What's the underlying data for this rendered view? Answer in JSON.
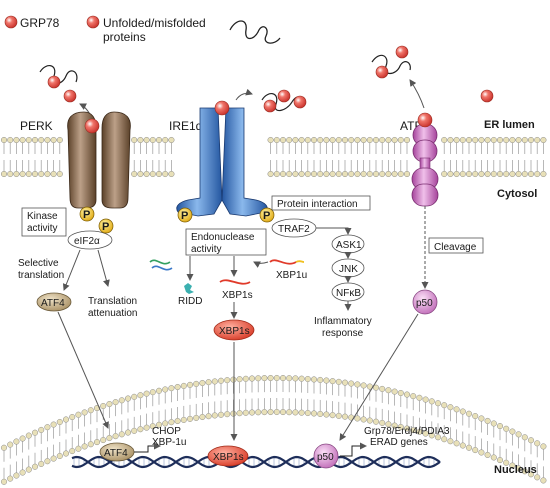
{
  "legend": {
    "grp78_label": "GRP78",
    "unfolded_label_line1": "Unfolded/misfolded",
    "unfolded_label_line2": "proteins"
  },
  "compartments": {
    "er_lumen": "ER lumen",
    "cytosol": "Cytosol",
    "nucleus": "Nucleus"
  },
  "sensors": {
    "perk": "PERK",
    "ire1": "IRE1α",
    "atf6": "ATF6"
  },
  "perk_branch": {
    "kinase_line1": "Kinase",
    "kinase_line2": "activity",
    "eif2a": "eIF2α",
    "selective_line1": "Selective",
    "selective_line2": "translation",
    "attenuation_line1": "Translation",
    "attenuation_line2": "attenuation",
    "atf4": "ATF4",
    "nucleus_atf4": "ATF4",
    "targets_line1": "CHOP",
    "targets_line2": "XBP-1u"
  },
  "ire1_branch": {
    "endo_line1": "Endonuclease",
    "endo_line2": "activity",
    "ridd": "RIDD",
    "xbp1s": "XBP1s",
    "xbp1u": "XBP1u",
    "xbp1s_protein": "XBP1s",
    "nucleus_xbp1s": "XBP1s",
    "protein_interaction": "Protein interaction",
    "traf2": "TRAF2",
    "ask1": "ASK1",
    "jnk": "JNK",
    "nfkb": "NFκB",
    "inflammatory_line1": "Inflammatory",
    "inflammatory_line2": "response"
  },
  "atf6_branch": {
    "cleavage": "Cleavage",
    "p50": "p50",
    "nucleus_p50": "p50",
    "targets_line1": "Grp78/Erdj4/PDIA3",
    "targets_line2": "ERAD genes"
  },
  "phospho_label": "P",
  "colors": {
    "grp78": "#e8453c",
    "perk": "#8a6a4a",
    "ire1": "#3a78c8",
    "atf6": "#c35fb0",
    "atf4": "#c9b48c",
    "xbp1s": "#e8503a",
    "p50": "#d68ad0",
    "phospho": "#f0c020",
    "membrane_head": "#e8e0b8"
  }
}
